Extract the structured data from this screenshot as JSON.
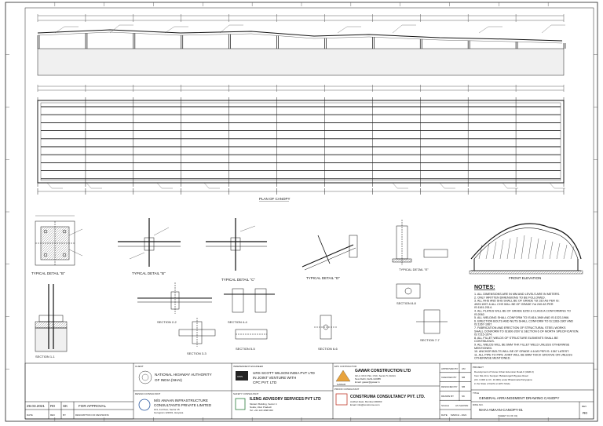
{
  "drawing": {
    "plan_label": "PLAN OF CANOPY",
    "front_elevation_label": "FRONT ELEVATION",
    "details": {
      "b": "TYPICAL DETAIL \"B\"",
      "b2": "TYPICAL DETAIL \"B\"",
      "c": "TYPICAL DETAIL \"C\"",
      "d": "TYPICAL DETAIL \"D\"",
      "e": "TYPICAL DETAIL \"E\"",
      "s11": "SECTION 1-1",
      "s22": "SECTION 2-2",
      "s33": "SECTION 3-3",
      "s44": "SECTION 4-4",
      "s55": "SECTION 5-5",
      "s66": "SECTION 6-6",
      "s77": "SECTION 7-7",
      "s88": "SECTION 8-8"
    }
  },
  "notes": {
    "title": "NOTES:",
    "items": [
      "1.   ALL DIMENSIONS ARE IN MM AND LEVELS ARE IN METERS.",
      "2.   ONLY WRITTEN DIMENSIONS TO BE FOLLOWED.",
      "3.   ALL RHS AND SHS SHALL BE OF GRADE Yst 310 AS PER IS:",
      "      4923:1997 & ALL CHS WILL BE OF GRADE Yst 240 AS PER",
      "      IS:1161-2014.",
      "4.   ALL PLATES WILL BE OF GRADE E250 & CLASS A CONFORMING TO",
      "      IS:2062.",
      "5.   ALL WELDING SHALL CONFORM TO IS:816-1969 AND IS:1323-1966.",
      "6.   ERECTION BOLTS AND NUTS SHALL CONFORM TO IS:1363-1967 AND",
      "      IS:1367-1967.",
      "7.   FABRICATION AND ERECTION OF STRUCTURAL STEEL WORKS",
      "      SHALL CONFORM TO IS:800-2007 & SECTION 6 OF MORTH SPECIFICATION.",
      "      IS:7215-1974.",
      "8.   ALL FILLET WELDS OF STRUCTURE ELEMENTS SHALL BE",
      "      CONTINUOUS.",
      "9.   ALL WELDS WILL BE 6MM THK FILLET WELD UNLESS OTHERWISE",
      "      MENTIONED.",
      "10.  ANCHOR BOLTS WILL BE OF GRADE 4.6 AS PER IS: 1367 LATEST.",
      "11.  ALL PIPE TO PIPE JOINT WILL BE 6MM THICK GROOVE OR UNLESS",
      "      OTHERWISE MENTIONED."
    ]
  },
  "title_block": {
    "client_heading": "CLIENT",
    "client_name_1": "NATIONAL HIGHWAY AUTHORITY",
    "client_name_2": "OF INDIA (NHAI)",
    "ie_heading": "INDEPENDENT ENGINEER",
    "ie_logo": "UWS",
    "ie_name_1": "URS SCOTT WILSON INDIA PVT LTD",
    "ie_name_2": "IN JOINT VENTURE WITH",
    "ie_name_3": "CPC PVT. LTD",
    "contractor_heading": "EPC CONTRACTOR",
    "contractor_logo": "GAWAR",
    "contractor_name": "GAWAR CONSTRUCTION LTD",
    "contractor_addr_1": "GF-2, RCC Plot, CSC, Sector 5, Rohini",
    "contractor_addr_2": "New Delhi, Delhi-110085",
    "contractor_addr_3": "Email: gawar@gawar.in",
    "design_heading": "DESIGN CONSULTANT",
    "design_name_1": "M/S AMAAN INFRASTRUCTURE",
    "design_name_2": "CONSULTANTS PRIVATE LIMITED",
    "design_addr_1": "101, 1st Floor, Sector 15",
    "design_addr_2": "Gurugram 122001, Haryana",
    "safety_heading": "SAFETY CONSULTANT",
    "safety_name": "ILENG ADVISORY SERVICES PVT LTD",
    "safety_addr_1": "Modern Building, Sector 4",
    "safety_addr_2": "Noida, Uttar Pradesh",
    "safety_addr_3": "Tel: +91 120 4098 000",
    "proof_heading": "PROOF CONSULTANT",
    "proof_name": "CONSTRUMA CONSULTANCY PVT. LTD.",
    "proof_addr_1": "Andheri East, Mumbai 400093",
    "proof_addr_2": "Email: info@construma.com",
    "approved_label": "APPROVED BY",
    "approved_val": "AM",
    "checked_label": "CHECKED BY",
    "checked_val": "NB",
    "designed_label": "DESIGNED BY",
    "designed_val": "NB",
    "drawn_label": "DRAWN BY",
    "drawn_val": "SK",
    "scale_label": "SCALE",
    "scale_val": "AS SHOWN",
    "date_label": "DATE",
    "date_val": "MARCH - 2021",
    "project_label": "PROJECT",
    "project_1": "Development of 6-lane Urban Extension Road-II (UER-II)",
    "project_2": "from NH-44 to Sonipat / Bahadurgarh Bypass Road",
    "project_3": "(Ch. 0.000 to Ch. 16.000) under Bharatmala Pariyojana",
    "project_4": "in the State of Delhi on EPC Mode",
    "title_label": "TITLE",
    "title_val": "GENERAL ARRANGEMENT DRAWING CANOPY",
    "dwg_label": "DWG NO.",
    "dwg_val": "NHAI-AMAAN-CANOPY-01",
    "dwg_sheet": "(SHEET 01 OF 01)",
    "rev_label": "REV",
    "rev_val": "R0"
  },
  "revision": {
    "date": "29.03.2021",
    "rev": "R0",
    "by": "SK",
    "purpose": "FOR APPROVAL",
    "col_date": "DATE",
    "col_rev": "REV",
    "col_by": "BY",
    "col_desc": "DESCRIPTION OF REVISIONS"
  }
}
